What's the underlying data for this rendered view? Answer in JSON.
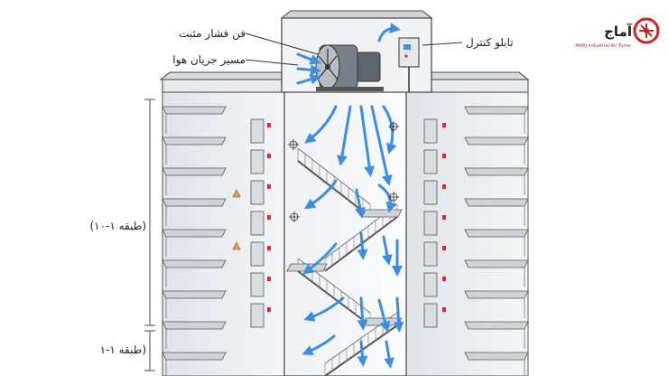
{
  "labels": {
    "fan": "فن فشار مثبت",
    "airflow": "مسیر جریان هوا",
    "control_panel": "تابلو کنترل",
    "floors_upper": "(طبقه ۱-۱۰)",
    "floors_lower": "طبقه ۱-۱)"
  },
  "logo": {
    "name": "آماج",
    "tagline": "AMAJ Industrial Air Turne"
  },
  "colors": {
    "airflow": "#3d8ede",
    "warning": "#e8a24a",
    "alarm": "#d32f2f",
    "logo_red": "#c62828"
  },
  "icons": [
    "axial-fan-icon",
    "control-panel-icon",
    "airflow-arrow-icon",
    "warning-sign-icon",
    "alarm-box-icon",
    "smoke-detector-icon",
    "brand-logo-icon"
  ]
}
